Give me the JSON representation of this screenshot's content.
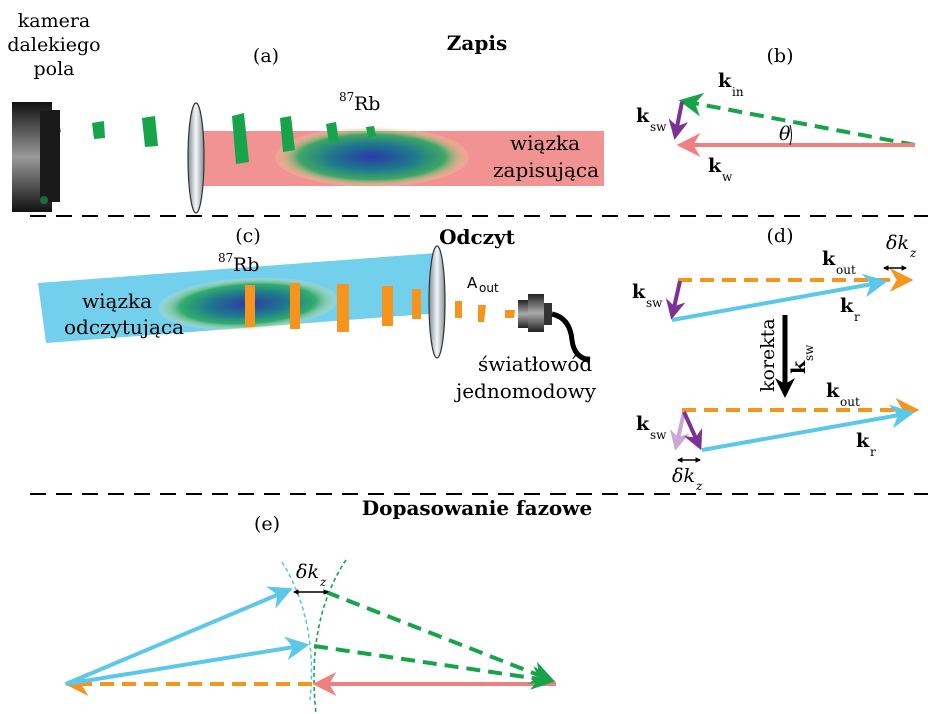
{
  "colors": {
    "green": "#17a34a",
    "orange": "#f7941d",
    "pink": "#f08080",
    "cyan": "#5bc8ea",
    "purple": "#7b3294",
    "light_purple": "#c9a7d6",
    "black": "#000000"
  },
  "panel_a": {
    "label": "(a)",
    "title": "Zapis",
    "camera_label_1": "kamera",
    "camera_label_2": "dalekiego",
    "camera_label_3": "pola",
    "atoms_sup": "87",
    "atoms": "Rb",
    "beam_label_1": "wiązka",
    "beam_label_2": "zapisująca"
  },
  "panel_b": {
    "label": "(b)",
    "k_in": "k",
    "k_in_sub": "in",
    "k_sw": "k",
    "k_sw_sub": "sw",
    "k_w": "k",
    "k_w_sub": "w",
    "theta": "θ"
  },
  "panel_c": {
    "label": "(c)",
    "title": "Odczyt",
    "atoms_sup": "87",
    "atoms": "Rb",
    "beam_label_1": "wiązka",
    "beam_label_2": "odczytująca",
    "a_out": "A",
    "a_out_sub": "out",
    "fiber_label_1": "światłowód",
    "fiber_label_2": "jednomodowy"
  },
  "panel_d": {
    "label": "(d)",
    "k_out_top": "k",
    "k_out_top_sub": "out",
    "dk_top": "δk",
    "dk_top_sub": "z",
    "k_sw_top": "k",
    "k_sw_top_sub": "sw",
    "k_r_top": "k",
    "k_r_top_sub": "r",
    "correction": "korekta",
    "correction_k": "k",
    "correction_k_sub": "sw",
    "k_out_bottom": "k",
    "k_out_bottom_sub": "out",
    "k_sw_bottom": "k",
    "k_sw_bottom_sub": "sw",
    "k_r_bottom": "k",
    "k_r_bottom_sub": "r",
    "dk_bottom": "δk",
    "dk_bottom_sub": "z"
  },
  "panel_e": {
    "label": "(e)",
    "title": "Dopasowanie fazowe",
    "dk": "δk",
    "dk_sub": "z"
  }
}
